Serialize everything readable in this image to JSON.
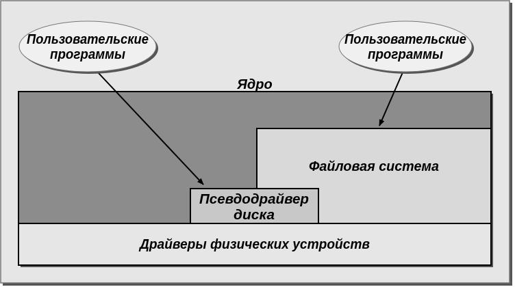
{
  "diagram": {
    "user_programs_left": [
      "Пользовательские",
      "программы"
    ],
    "user_programs_right": [
      "Пользовательские",
      "программы"
    ],
    "kernel_label": "Ядро",
    "file_system_label": "Файловая система",
    "pseudo_driver_label": [
      "Псевдодрайвер",
      "диска"
    ],
    "physical_drivers_label": "Драйверы физических устройств",
    "colors": {
      "background": "#e6e6e6",
      "kernel": "#8c8c8c",
      "file_system": "#d9d9d9",
      "pseudo_driver": "#c8c8c8",
      "drivers": "#e6e6e6"
    }
  }
}
